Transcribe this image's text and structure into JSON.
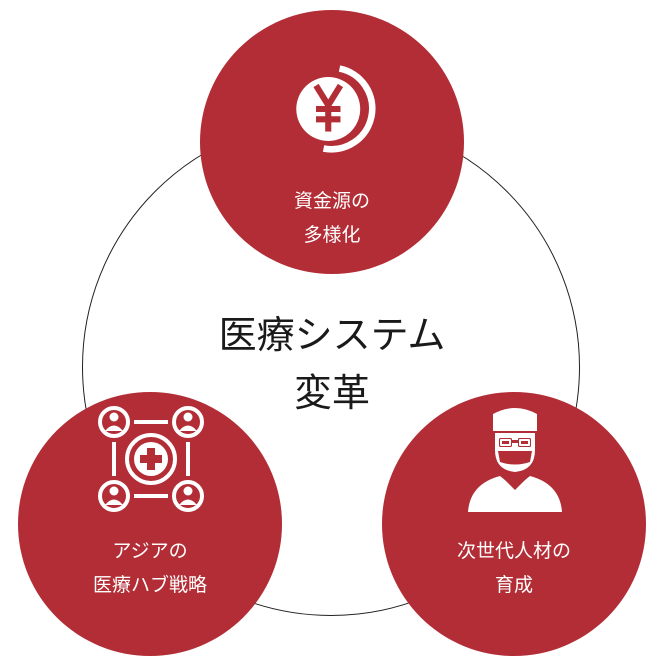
{
  "center": {
    "line1": "医療システム",
    "line2": "変革"
  },
  "nodes": {
    "top": {
      "icon": "yen-coin-icon",
      "line1": "資金源の",
      "line2": "多様化"
    },
    "left": {
      "icon": "medical-network-icon",
      "line1": "アジアの",
      "line2": "医療ハブ戦略"
    },
    "right": {
      "icon": "surgeon-icon",
      "line1": "次世代人材の",
      "line2": "育成"
    }
  },
  "colors": {
    "accent": "#b22d35",
    "ring": "#222222",
    "text_on_accent": "#ffffff",
    "text": "#1a1a1a"
  }
}
